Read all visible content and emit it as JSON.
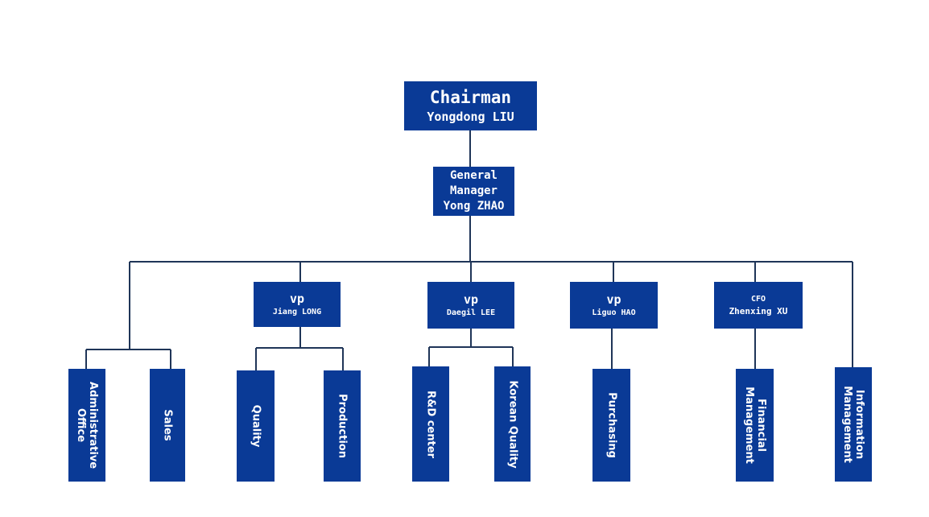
{
  "chart": {
    "line_color": "#1f3558",
    "box_color": "#0a3a96",
    "chairman": {
      "role": "Chairman",
      "name": "Yongdong LIU"
    },
    "gm": {
      "role_line1": "General",
      "role_line2": "Manager",
      "name": "Yong ZHAO"
    },
    "vps": [
      {
        "role": "vp",
        "name": "Jiang LONG"
      },
      {
        "role": "vp",
        "name": "Daegil LEE"
      },
      {
        "role": "vp",
        "name": "Liguo HAO"
      },
      {
        "role": "CFO",
        "name": "Zhenxing XU"
      }
    ],
    "departments": [
      {
        "line1": "Administrative",
        "line2": "Office"
      },
      {
        "line1": "Sales",
        "line2": ""
      },
      {
        "line1": "Quality",
        "line2": ""
      },
      {
        "line1": "Production",
        "line2": ""
      },
      {
        "line1": "R&D center",
        "line2": ""
      },
      {
        "line1": "Korean Quality",
        "line2": ""
      },
      {
        "line1": "Purchasing",
        "line2": ""
      },
      {
        "line1": "Financial",
        "line2": "Management"
      },
      {
        "line1": "Information",
        "line2": "Management"
      }
    ]
  }
}
